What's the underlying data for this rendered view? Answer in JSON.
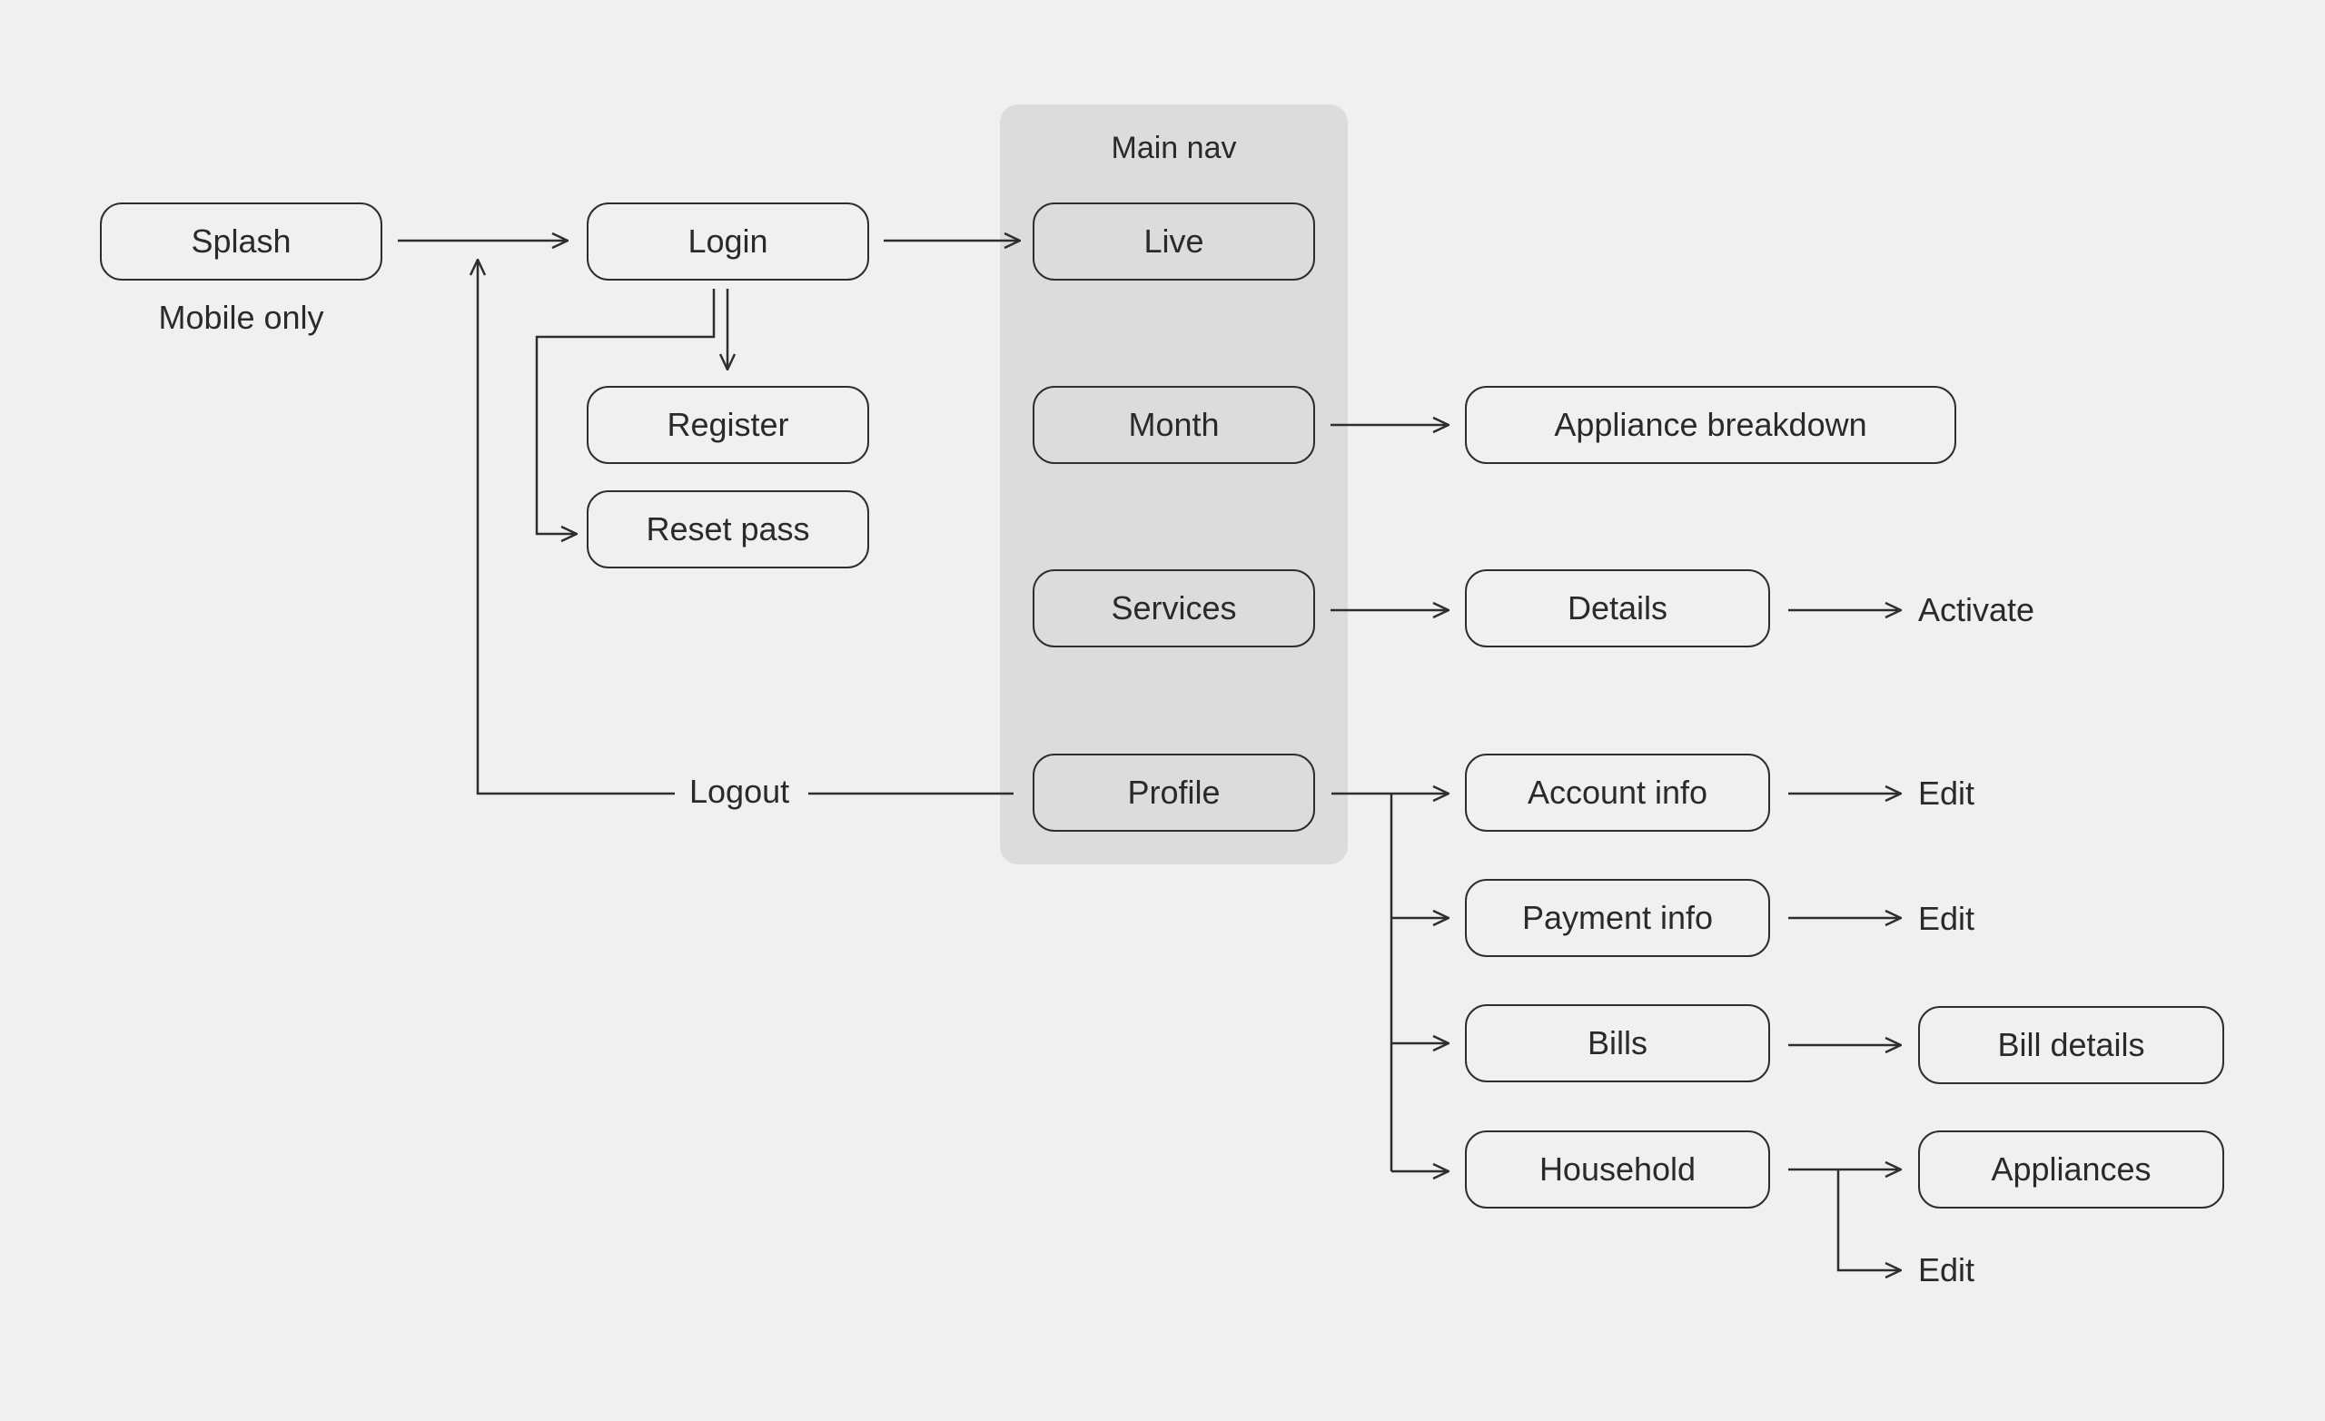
{
  "colors": {
    "background": "#f0f0f0",
    "group": "#dcdcdc",
    "stroke": "#2e2e2e"
  },
  "main_nav": {
    "title": "Main nav",
    "live": "Live",
    "month": "Month",
    "services": "Services",
    "profile": "Profile"
  },
  "nodes": {
    "splash": "Splash",
    "login": "Login",
    "register": "Register",
    "reset_pass": "Reset pass",
    "appliance_breakdown": "Appliance breakdown",
    "details": "Details",
    "account_info": "Account info",
    "payment_info": "Payment info",
    "bills": "Bills",
    "household": "Household",
    "bill_details": "Bill details",
    "appliances": "Appliances"
  },
  "labels": {
    "mobile_only": "Mobile only",
    "logout": "Logout",
    "activate": "Activate",
    "edit_account": "Edit",
    "edit_payment": "Edit",
    "edit_household": "Edit"
  }
}
